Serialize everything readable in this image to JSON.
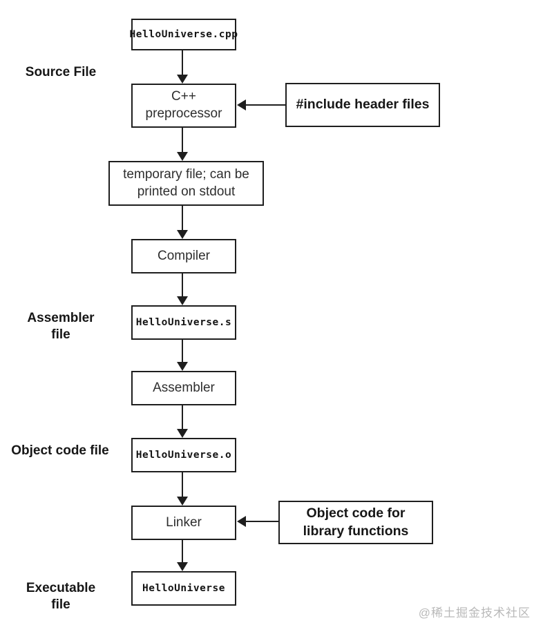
{
  "diagram": {
    "boxes": {
      "source_file": "HelloUniverse.cpp",
      "preprocessor": "C++ preprocessor",
      "include_headers": "#include header files",
      "temp_file": "temporary file; can be printed on stdout",
      "compiler": "Compiler",
      "assembly_file": "HelloUniverse.s",
      "assembler": "Assembler",
      "object_file": "HelloUniverse.o",
      "linker": "Linker",
      "library_objects": "Object code for library functions",
      "executable": "HelloUniverse"
    },
    "stage_labels": {
      "source": "Source File",
      "assembler_file": "Assembler file",
      "object_code_file": "Object code file",
      "executable_file": "Executable file"
    },
    "watermark": "@稀土掘金技术社区",
    "colors": {
      "line": "#1e1e1e",
      "background": "#ffffff",
      "watermark": "#b9b9b9"
    }
  }
}
